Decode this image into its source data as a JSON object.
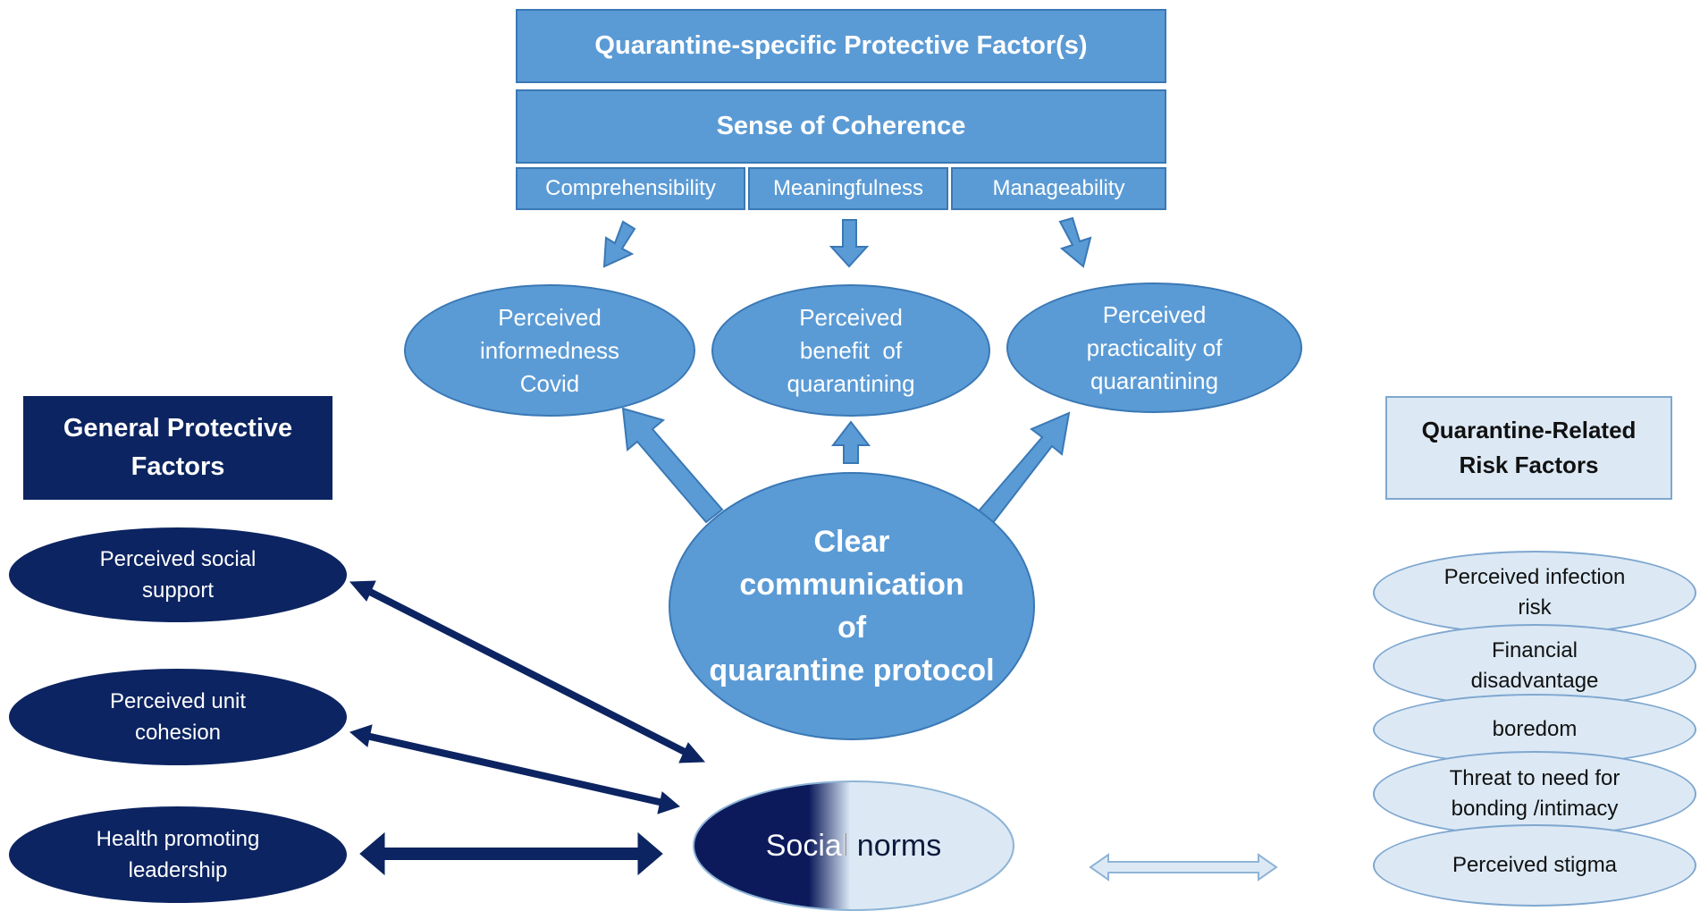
{
  "header": {
    "title": "Quarantine-specific Protective Factor(s)",
    "sense": "Sense of Coherence",
    "components": [
      "Comprehensibility",
      "Meaningfulness",
      "Manageability"
    ]
  },
  "perceived": {
    "informedness": [
      "Perceived",
      "informedness",
      "Covid"
    ],
    "benefit": [
      "Perceived",
      "benefit  of",
      "quarantining"
    ],
    "practicality": [
      "Perceived",
      "practicality of",
      "quarantining"
    ]
  },
  "center": {
    "lines": [
      "Clear",
      "communication",
      "of",
      "quarantine protocol"
    ]
  },
  "general": {
    "title": [
      "General Protective",
      "Factors"
    ],
    "items": [
      [
        "Perceived social",
        "support"
      ],
      [
        "Perceived unit",
        "cohesion"
      ],
      [
        "Health promoting",
        "leadership"
      ]
    ]
  },
  "risk": {
    "title": [
      "Quarantine-Related",
      "Risk Factors"
    ],
    "items": [
      [
        "Perceived infection",
        "risk"
      ],
      [
        "Financial",
        "disadvantage"
      ],
      [
        "boredom"
      ],
      [
        "Threat to need for",
        "bonding /intimacy"
      ],
      [
        "Perceived stigma"
      ]
    ]
  },
  "social_norms": "Social norms",
  "colors": {
    "blue": "#5b9bd5",
    "navy": "#0c2461",
    "pale": "#dce9f5"
  }
}
